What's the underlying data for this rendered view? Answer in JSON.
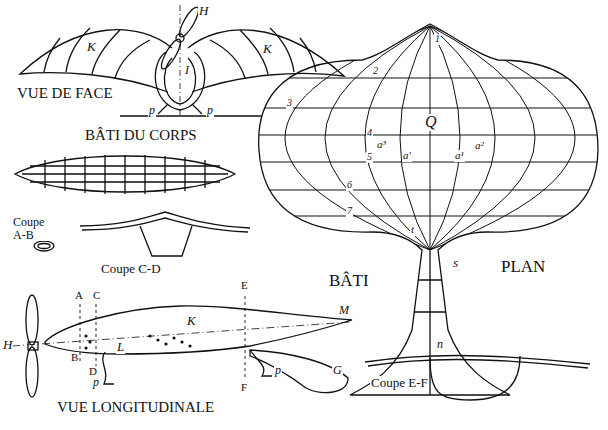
{
  "diagram": {
    "labels": [
      "H",
      "K",
      "K",
      "I",
      "p",
      "p",
      "VUE DE FACE",
      "BÂTI DU CORPS",
      "Coupe A-B",
      "Coupe C-D",
      "1",
      "2",
      "3",
      "4",
      "5",
      "6",
      "7",
      "Q",
      "a³",
      "a'",
      "a¹",
      "a²",
      "t",
      "s",
      "n",
      "BÂTI",
      "PLAN",
      "H",
      "A",
      "C",
      "E",
      "B",
      "D",
      "F",
      "K",
      "L",
      "M",
      "G",
      "p",
      "p",
      "VUE LONGITUDINALE",
      "Coupe E-F"
    ]
  }
}
